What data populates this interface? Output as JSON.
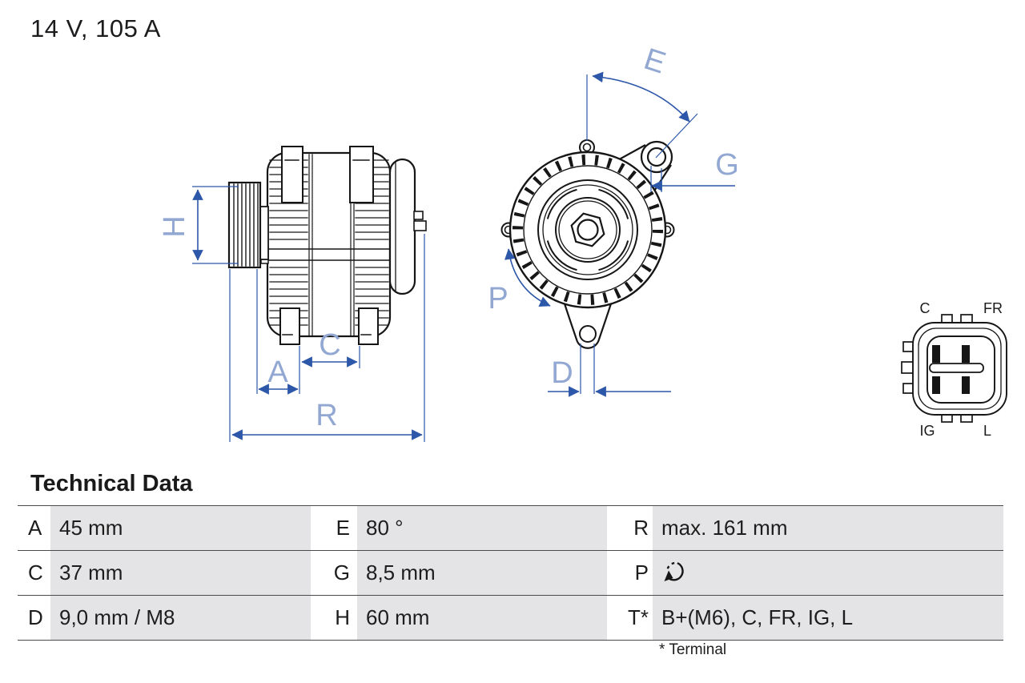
{
  "title": "14 V, 105 A",
  "drawing": {
    "dim_labels": {
      "h": "H",
      "a": "A",
      "c": "C",
      "r": "R",
      "e": "E",
      "g": "G",
      "p": "P",
      "d": "D"
    },
    "dimension_line_color": "#2d57a8",
    "dim_label_color": "#92a8d2",
    "line_color": "#161616"
  },
  "connector": {
    "top_left": "C",
    "top_right": "FR",
    "bottom_left": "IG",
    "bottom_right": "L"
  },
  "technical_data": {
    "heading": "Technical Data",
    "rows": [
      [
        {
          "key": "A",
          "value": "45 mm"
        },
        {
          "key": "E",
          "value": "80 °"
        },
        {
          "key": "R",
          "value": "max. 161 mm"
        }
      ],
      [
        {
          "key": "C",
          "value": "37 mm"
        },
        {
          "key": "G",
          "value": "8,5 mm"
        },
        {
          "key": "P",
          "value": "",
          "icon": "rotation-direction"
        }
      ],
      [
        {
          "key": "D",
          "value": "9,0 mm / M8"
        },
        {
          "key": "H",
          "value": "60 mm"
        },
        {
          "key": "T*",
          "value": "B+(M6), C, FR, IG, L"
        }
      ]
    ],
    "footnote": "* Terminal"
  }
}
